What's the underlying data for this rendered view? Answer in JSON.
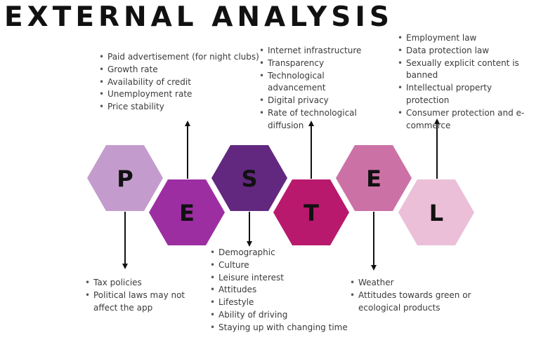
{
  "title": "EXTERNAL ANALYSIS",
  "colors": {
    "P": "#c39ccd",
    "E1": "#9c2ea2",
    "S": "#62287f",
    "T": "#b8196d",
    "E2": "#cc71a6",
    "L": "#ebbfd8",
    "arrow": "#111111"
  },
  "hexagons": [
    {
      "id": "P",
      "letter": "P"
    },
    {
      "id": "E1",
      "letter": "E"
    },
    {
      "id": "S",
      "letter": "S"
    },
    {
      "id": "T",
      "letter": "T"
    },
    {
      "id": "E2",
      "letter": "E"
    },
    {
      "id": "L",
      "letter": "L"
    }
  ],
  "political": {
    "items": [
      "Tax policies",
      "Political laws may not affect the app"
    ]
  },
  "economic": {
    "items": [
      "Paid advertisement (for night clubs)",
      "Growth rate",
      "Availability of credit",
      "Unemployment rate",
      "Price stability"
    ]
  },
  "social": {
    "items": [
      "Demographic",
      "Culture",
      "Leisure interest",
      "Attitudes",
      "Lifestyle",
      "Ability of driving",
      "Staying up with changing time"
    ]
  },
  "technological": {
    "items": [
      "Internet infrastructure",
      "Transparency",
      "Technological advancement",
      "Digital privacy",
      "Rate of technological diffusion"
    ]
  },
  "environmental": {
    "items": [
      "Weather",
      "Attitudes towards green or ecological products"
    ]
  },
  "legal": {
    "items": [
      "Employment law",
      "Data protection law",
      "Sexually explicit content is banned",
      "Intellectual property protection",
      "Consumer protection and e-commerce"
    ]
  }
}
